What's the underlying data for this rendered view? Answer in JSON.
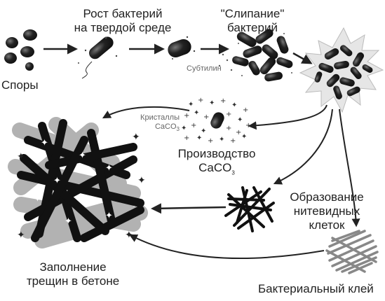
{
  "labels": {
    "spores": "Споры",
    "growth_l1": "Рост бактерий",
    "growth_l2": "на твердой среде",
    "clumping_l1": "\"Слипание\"",
    "clumping_l2": "бактерий",
    "subtilin": "Субтилин",
    "crystals_l1": "Кристаллы",
    "crystals_l2": "CaCO",
    "crystals_sub": "3",
    "production_l1": "Производство",
    "production_l2": "CaCO",
    "production_sub": "3",
    "filament_l1": "Образование",
    "filament_l2": "нитевидных",
    "filament_l3": "клеток",
    "glue": "Бактериальный клей",
    "filling_l1": "Заполнение",
    "filling_l2": "трещин в бетоне"
  }
}
